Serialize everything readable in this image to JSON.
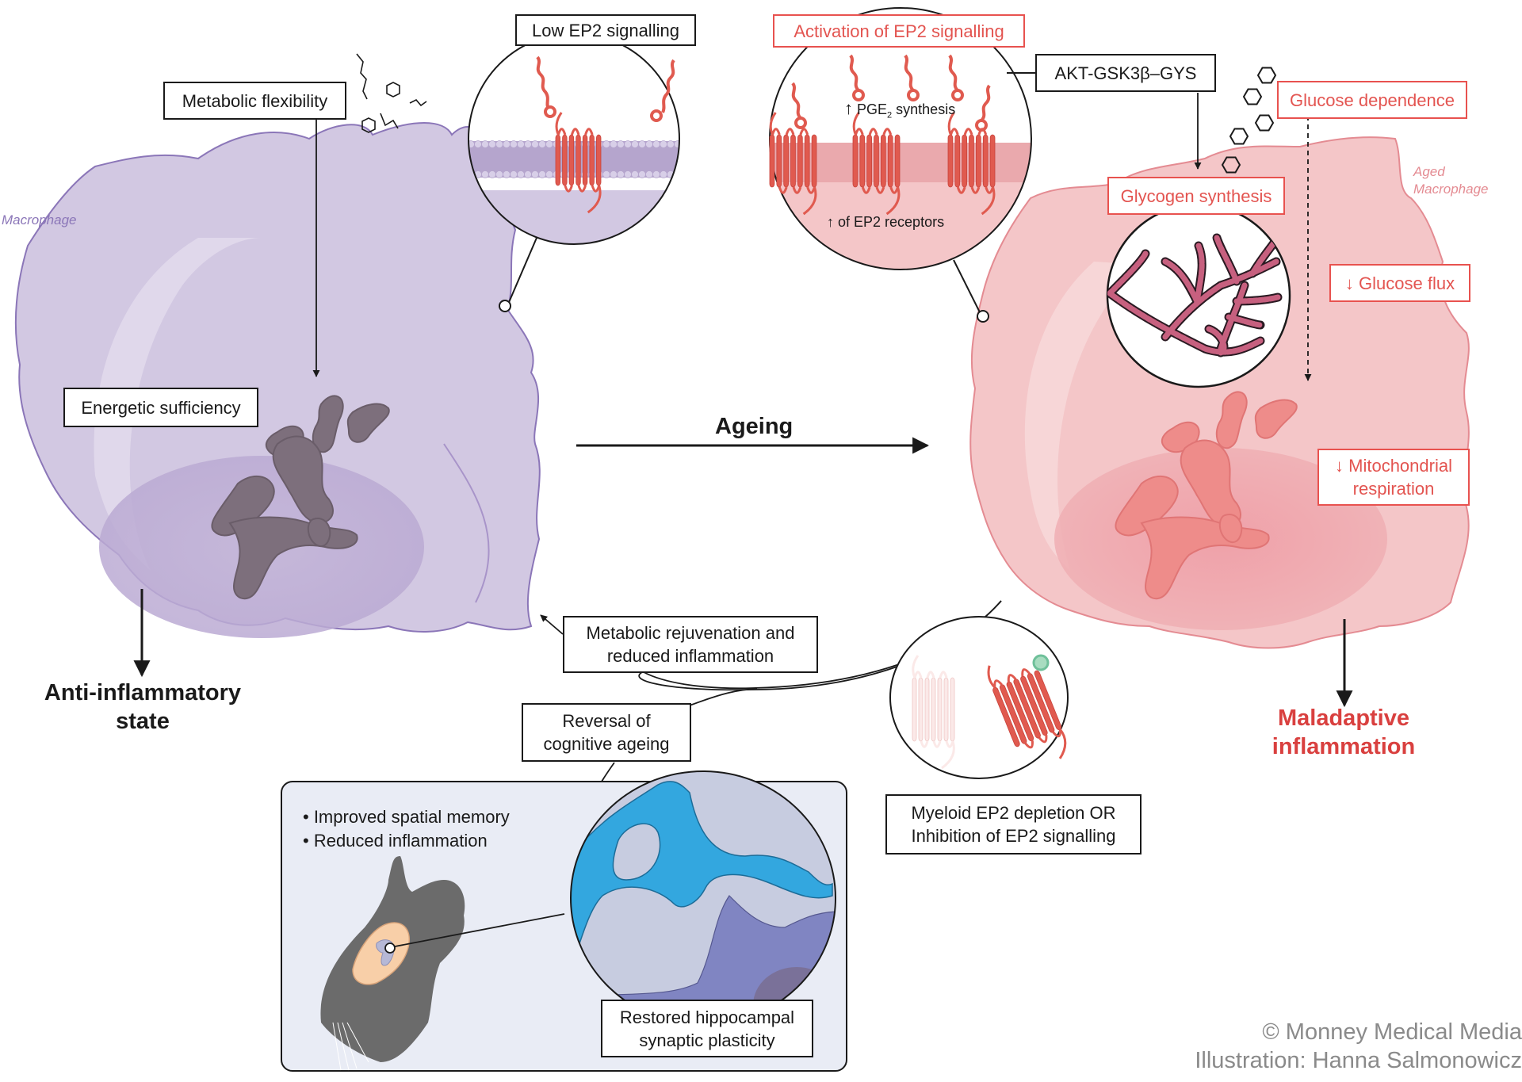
{
  "figure": {
    "left_cell": {
      "label": "Macrophage",
      "outcome_line1": "Anti-inflammatory",
      "outcome_line2": "state",
      "color_fill": "#d2c8e2",
      "color_outline": "#8b76b8"
    },
    "right_cell": {
      "label_line1": "Aged",
      "label_line2": "Macrophage",
      "outcome_line1": "Maladaptive",
      "outcome_line2": "inflammation",
      "color_fill": "#f4c6c8",
      "color_outline": "#e48b92",
      "outcome_color": "#d9403f"
    },
    "center_arrow": {
      "label": "Ageing"
    },
    "boxes": {
      "metabolic_flexibility": "Metabolic flexibility",
      "energetic_sufficiency": "Energetic sufficiency",
      "low_ep2": "Low EP2 signalling",
      "activation_ep2": "Activation of EP2 signalling",
      "akt": "AKT-GSK3β–GYS",
      "glucose_dependence": "Glucose dependence",
      "glycogen_synthesis": "Glycogen synthesis",
      "glucose_flux": "↓ Glucose flux",
      "mito_line1": "↓ Mitochondrial",
      "mito_line2": "respiration",
      "rejuvenation_line1": "Metabolic rejuvenation and",
      "rejuvenation_line2": "reduced inflammation",
      "reversal_line1": "Reversal of",
      "reversal_line2": "cognitive ageing",
      "myeloid_line1": "Myeloid EP2 depletion OR",
      "myeloid_line2": "Inhibition of EP2 signalling",
      "restored_line1": "Restored hippocampal",
      "restored_line2": "synaptic plasticity"
    },
    "ep2_circle": {
      "pge2_arrow": "↑",
      "pge2_text": "PGE",
      "pge2_sub": "2",
      "pge2_suffix": " synthesis",
      "receptors_text": "↑ of EP2 receptors"
    },
    "mouse_panel": {
      "bullets": [
        "• Improved spatial memory",
        "• Reduced inflammation"
      ]
    },
    "credits": {
      "line1": "© Monney Medical Media",
      "line2": "Illustration: Hanna Salmonowicz"
    },
    "colors": {
      "accent_red": "#e35450",
      "receptor_red": "#e05a4f",
      "mito_left": "#7d6f7c",
      "mito_right": "#ee8c8a",
      "glycogen": "#c7607f",
      "synapse_blue": "#33a7df",
      "neuron_purple": "#8085c2",
      "panel_bg": "#e9ecf5",
      "mouse_gray": "#6b6b6b",
      "brain_peach": "#f8cfa8",
      "ligand_green": "#7fc7a2"
    }
  }
}
